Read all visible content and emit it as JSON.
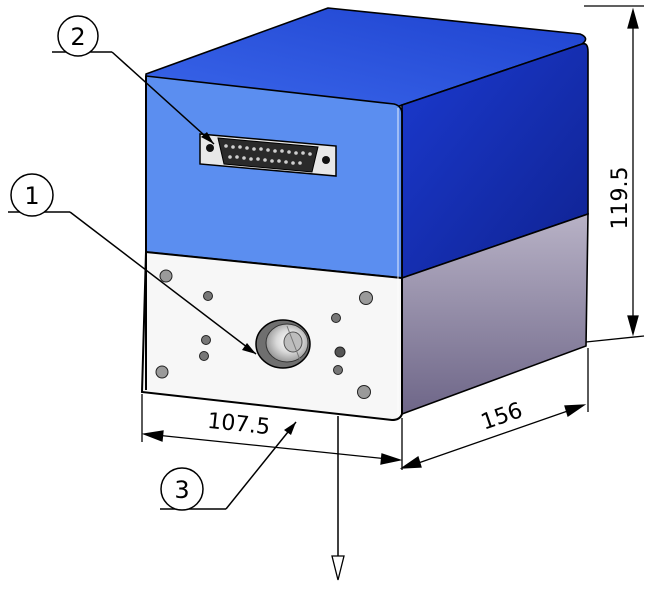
{
  "callouts": [
    {
      "label": "1"
    },
    {
      "label": "2"
    },
    {
      "label": "3"
    }
  ],
  "dimensions": {
    "height": "119.5",
    "width": "107.5",
    "depth": "156"
  },
  "colors": {
    "front_blue": "#5b8ef0",
    "side_blue": "#1630b8",
    "top_blue": "#2d55e0",
    "front_base": "#f7f7f7",
    "side_base": "#8a82a0",
    "line": "#000000"
  },
  "icons": {
    "connector": "db25-connector-icon",
    "port": "fiber-output-port-icon"
  }
}
